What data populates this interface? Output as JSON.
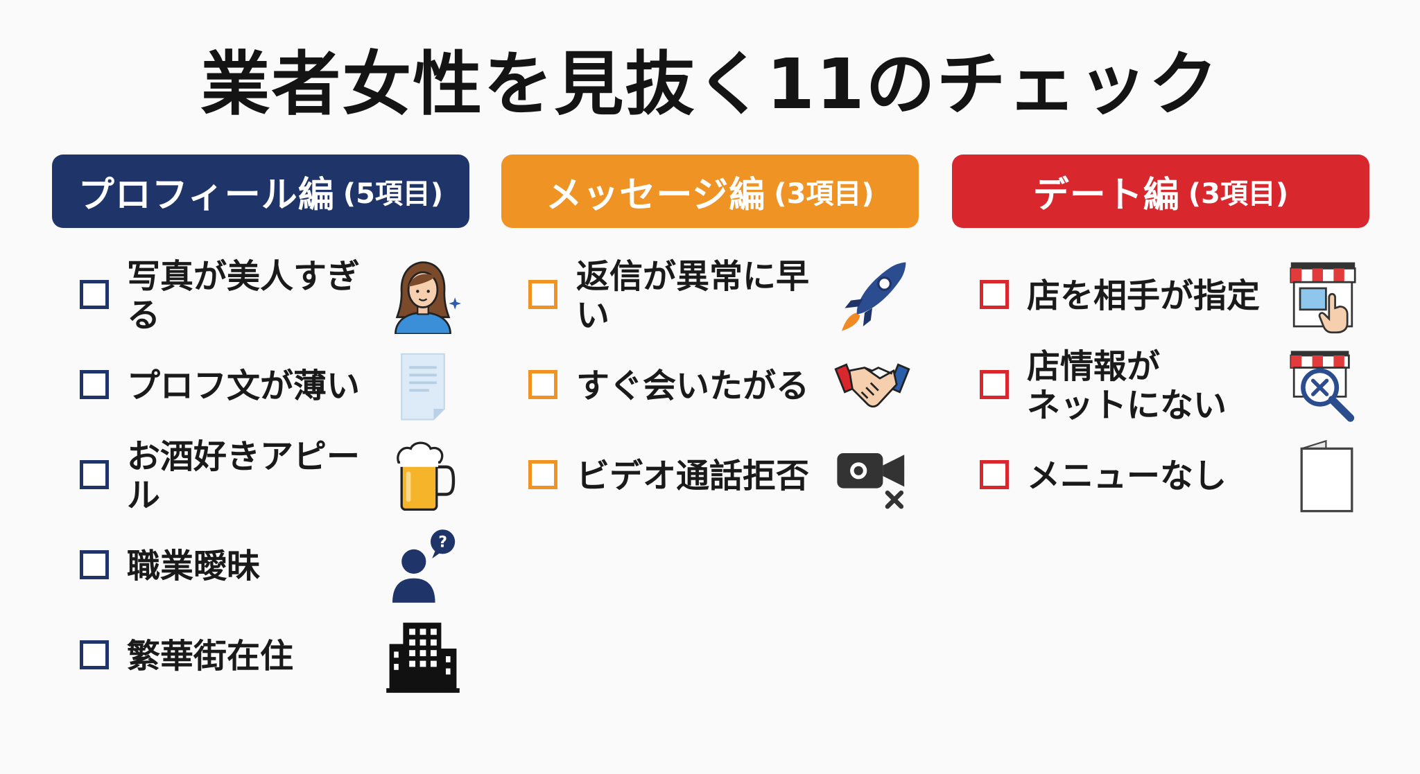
{
  "title": "業者女性を見抜く11のチェック",
  "columns": [
    {
      "name": "プロフィール編",
      "count": "(5項目)",
      "color": "#1f3469",
      "items": [
        {
          "label": "写真が美人すぎる",
          "icon": "woman-portrait-icon"
        },
        {
          "label": "プロフ文が薄い",
          "icon": "document-icon"
        },
        {
          "label": "お酒好きアピール",
          "icon": "beer-mug-icon"
        },
        {
          "label": "職業曖昧",
          "icon": "person-question-icon"
        },
        {
          "label": "繁華街在住",
          "icon": "city-building-icon"
        }
      ]
    },
    {
      "name": "メッセージ編",
      "count": "(3項目)",
      "color": "#ef9424",
      "items": [
        {
          "label": "返信が異常に早い",
          "icon": "rocket-icon"
        },
        {
          "label": "すぐ会いたがる",
          "icon": "handshake-icon"
        },
        {
          "label": "ビデオ通話拒否",
          "icon": "video-off-icon"
        }
      ]
    },
    {
      "name": "デート編",
      "count": "(3項目)",
      "color": "#d9272e",
      "items": [
        {
          "label": "店を相手が指定",
          "icon": "shop-pointer-icon"
        },
        {
          "label": "店情報が\nネットにない",
          "icon": "shop-search-x-icon"
        },
        {
          "label": "メニューなし",
          "icon": "blank-menu-icon"
        }
      ]
    }
  ]
}
